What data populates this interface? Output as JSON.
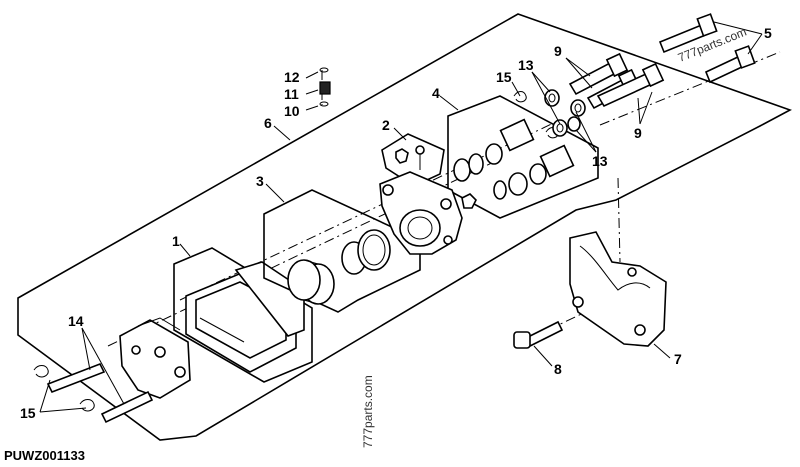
{
  "callouts": {
    "c1": "1",
    "c2": "2",
    "c3": "3",
    "c4": "4",
    "c5": "5",
    "c6": "6",
    "c7": "7",
    "c8": "8",
    "c9a": "9",
    "c9b": "9",
    "c10": "10",
    "c11": "11",
    "c12": "12",
    "c13a": "13",
    "c13b": "13",
    "c14": "14",
    "c15a": "15",
    "c15b": "15"
  },
  "figure_id": "PUWZ001133",
  "watermarks": {
    "top": "777parts.com",
    "bottom": "777parts.com"
  }
}
